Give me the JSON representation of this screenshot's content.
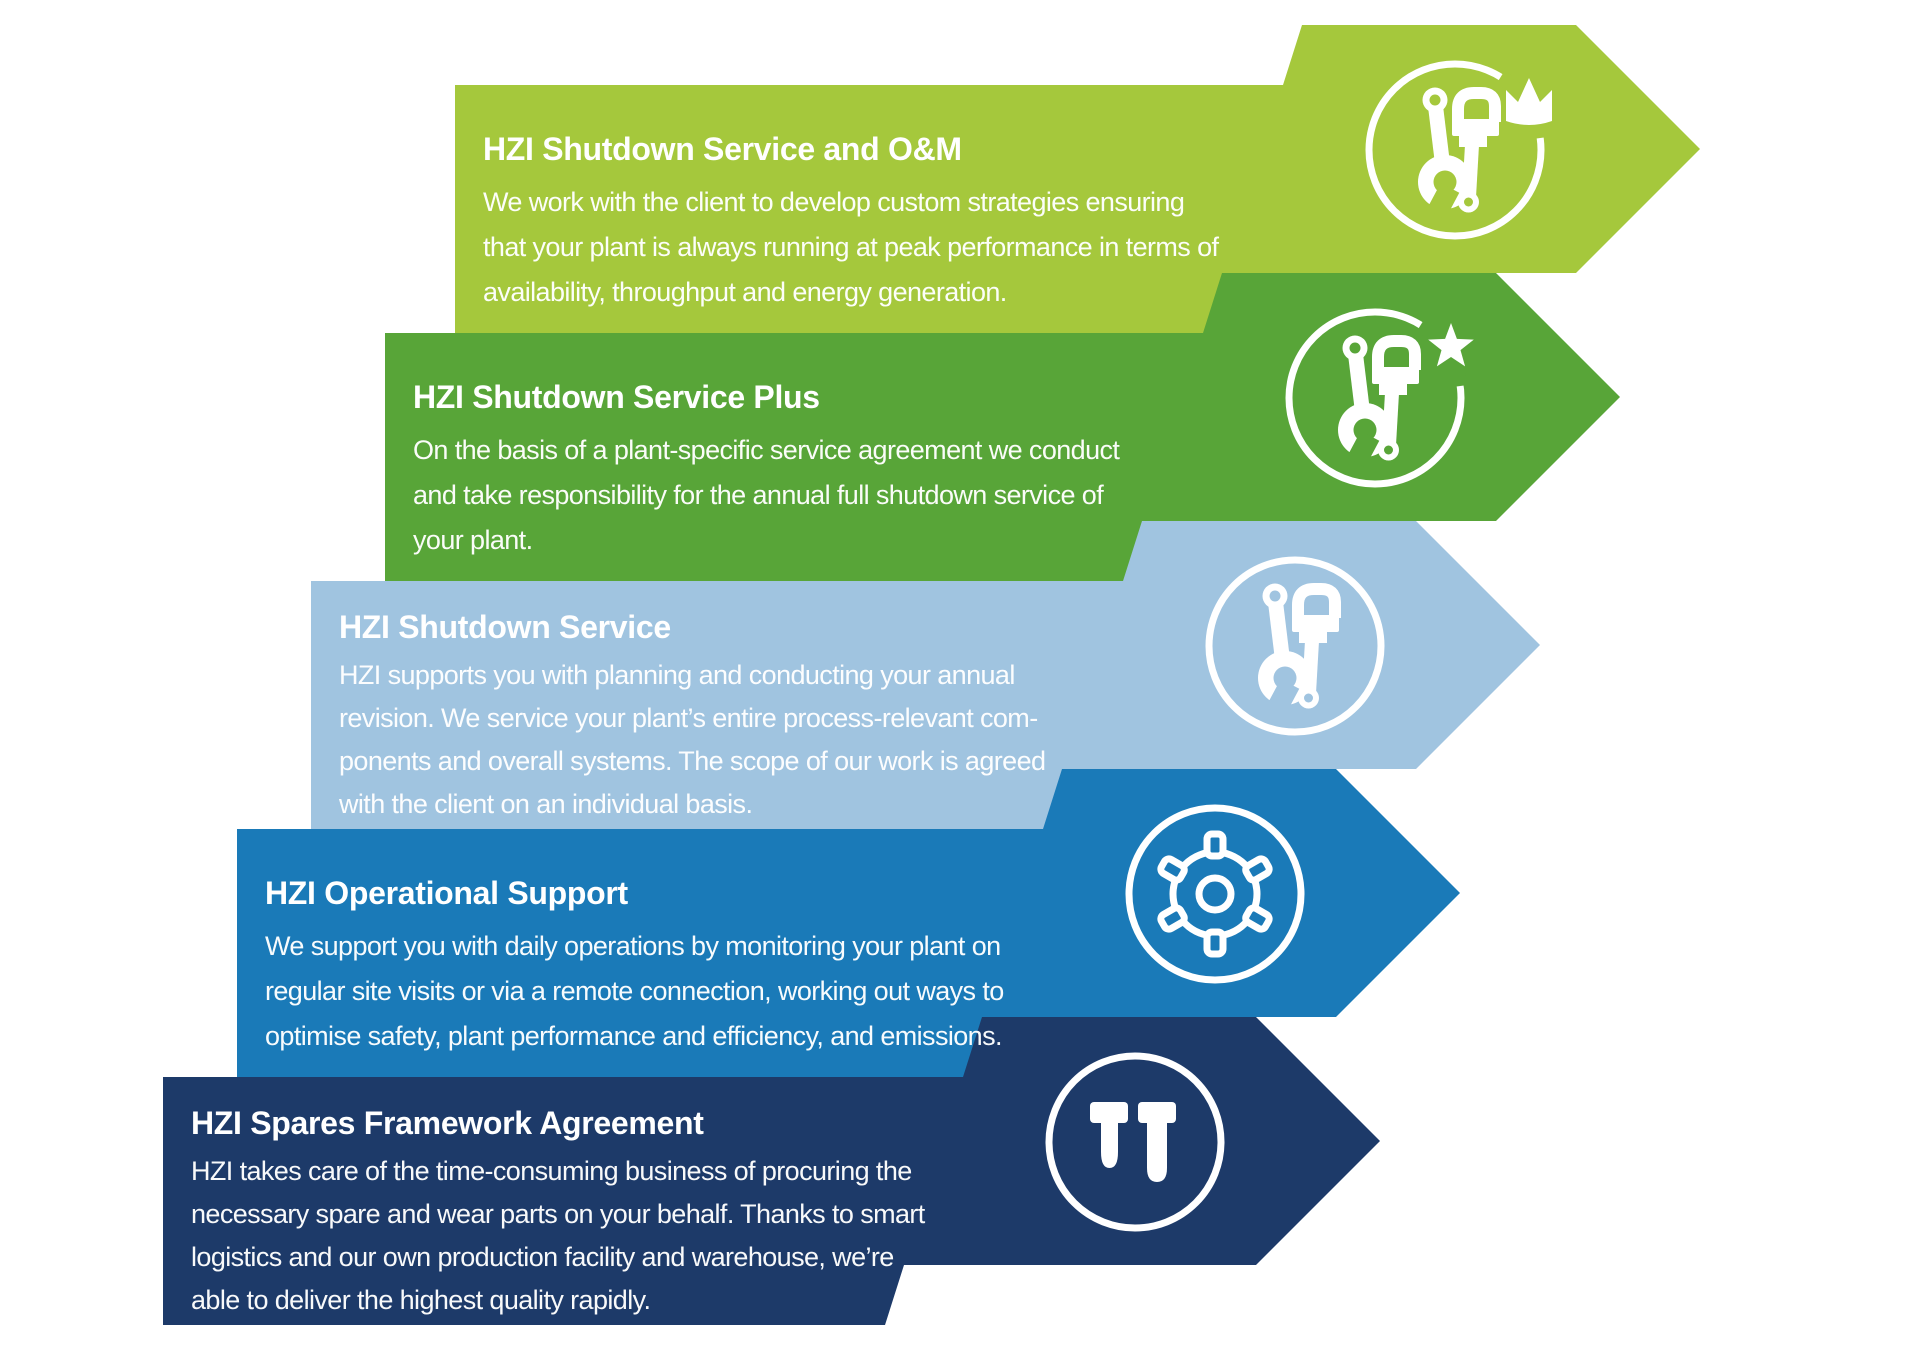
{
  "background_color": "#ffffff",
  "text_color": "#ffffff",
  "rows": [
    {
      "heading": "HZI Shutdown Service and O&M",
      "body": "We work with the client to develop custom strategies ensuring\nthat your plant is always running at peak performance in terms of\navailability, throughput and energy generation.",
      "color": "#a5c83c",
      "icon": "wrench-pipe-wrench-crown-icon"
    },
    {
      "heading": "HZI Shutdown Service Plus",
      "body": "On the basis of a plant-specific service agreement we conduct\nand take responsibility for the annual full shutdown service of\nyour plant.",
      "color": "#58a538",
      "icon": "wrench-pipe-wrench-star-icon"
    },
    {
      "heading": "HZI Shutdown Service",
      "body": "HZI supports you with planning and conducting your annual\nrevision. We service your plant’s entire process-relevant com-\nponents and overall systems. The scope of our work is agreed\nwith the client on an individual basis.",
      "color": "#a0c4e0",
      "icon": "wrench-pipe-wrench-icon"
    },
    {
      "heading": "HZI Operational Support",
      "body": "We support you with daily operations by monitoring your plant on\nregular site visits or via a remote connection, working out ways to\noptimise safety, plant performance and efficiency, and emissions.",
      "color": "#1a7ab8",
      "icon": "gear-icon"
    },
    {
      "heading": "HZI Spares Framework Agreement",
      "body": "HZI takes care of the time-consuming business of procuring the\nnecessary spare and wear parts on your behalf. Thanks to smart\nlogistics and our own production facility and warehouse, we’re\nable to deliver the highest quality rapidly.",
      "color": "#1d3a69",
      "icon": "bolts-icon"
    }
  ]
}
